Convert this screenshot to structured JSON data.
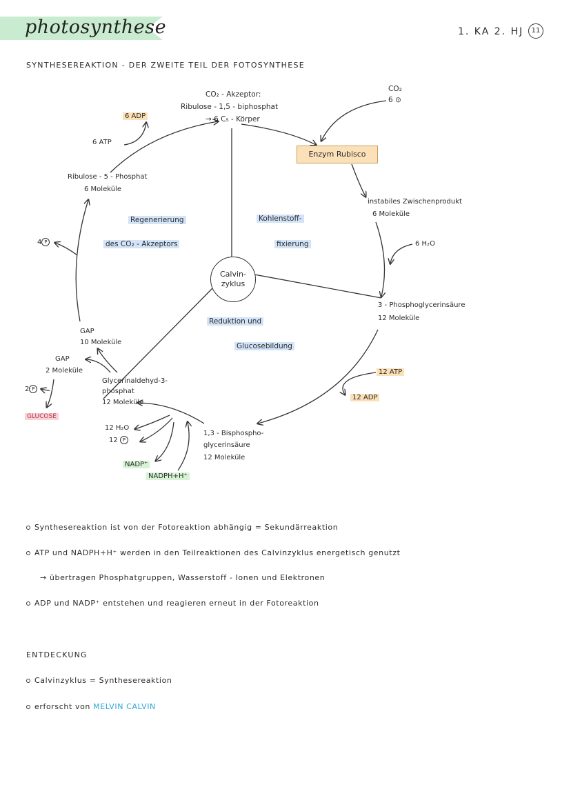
{
  "header": {
    "title": "photosynthese",
    "ka": "1. KA 2. HJ",
    "page_number": "11",
    "banner_color": "#c9ecd0"
  },
  "subheading": "SYNTHESEREAKTION - DER ZWEITE TEIL DER FOTOSYNTHESE",
  "diagram": {
    "co2_acceptor": [
      "CO₂ - Akzeptor:",
      "Ribulose - 1,5 - biphosphat",
      "→ 6 C₅ - Körper"
    ],
    "co2_input": [
      "CO₂",
      "6 ⊙"
    ],
    "enzyme": "Enzym Rubisco",
    "instabiles": [
      "instabiles Zwischenprodukt",
      "6 Moleküle"
    ],
    "h2o_in": "6 H₂O",
    "three_pg": [
      "3 - Phosphoglycerinsäure",
      "12 Moleküle"
    ],
    "atp_in": "12 ATP",
    "adp_out": "12 ADP",
    "bisphospho": [
      "1,3 - Bisphospho-",
      "glycerinsäure",
      "12 Moleküle"
    ],
    "gap_full": [
      "Glycerinaldehyd-3-",
      "phosphat",
      "12 Moleküle"
    ],
    "h2o_out": "12 H₂O",
    "p12": "12",
    "nadp": "NADP⁺",
    "nadph": "NADPH+H⁺",
    "gap10": [
      "GAP",
      "10 Moleküle"
    ],
    "gap2": [
      "GAP",
      "2 Moleküle"
    ],
    "p2": "2",
    "glucose": "GLUCOSE",
    "p4": "4",
    "ribulose5": [
      "Ribulose - 5 - Phosphat",
      "6 Moleküle"
    ],
    "atp6": "6 ATP",
    "adp6": "6 ADP",
    "calvin": [
      "Calvin-",
      "zyklus"
    ],
    "sector_regen": [
      "Regenerierung",
      "des CO₂ - Akzeptors"
    ],
    "sector_fix": [
      "Kohlenstoff-",
      "fixierung"
    ],
    "sector_red": [
      "Reduktion und",
      "Glucosebildung"
    ]
  },
  "notes": [
    "Synthesereaktion ist von der Fotoreaktion abhängig = Sekundärreaktion",
    "ATP und NADPH+H⁺ werden in den Teilreaktionen des Calvinzyklus energetisch genutzt",
    "→ übertragen Phosphatgruppen, Wasserstoff - Ionen und Elektronen",
    "ADP und NADP⁺ entstehen und reagieren erneut in der Fotoreaktion"
  ],
  "discovery": {
    "heading": "ENTDECKUNG",
    "item1": "Calvinzyklus = Synthesereaktion",
    "item2_prefix": "erforscht von",
    "item2_name": "MELVIN CALVIN"
  }
}
